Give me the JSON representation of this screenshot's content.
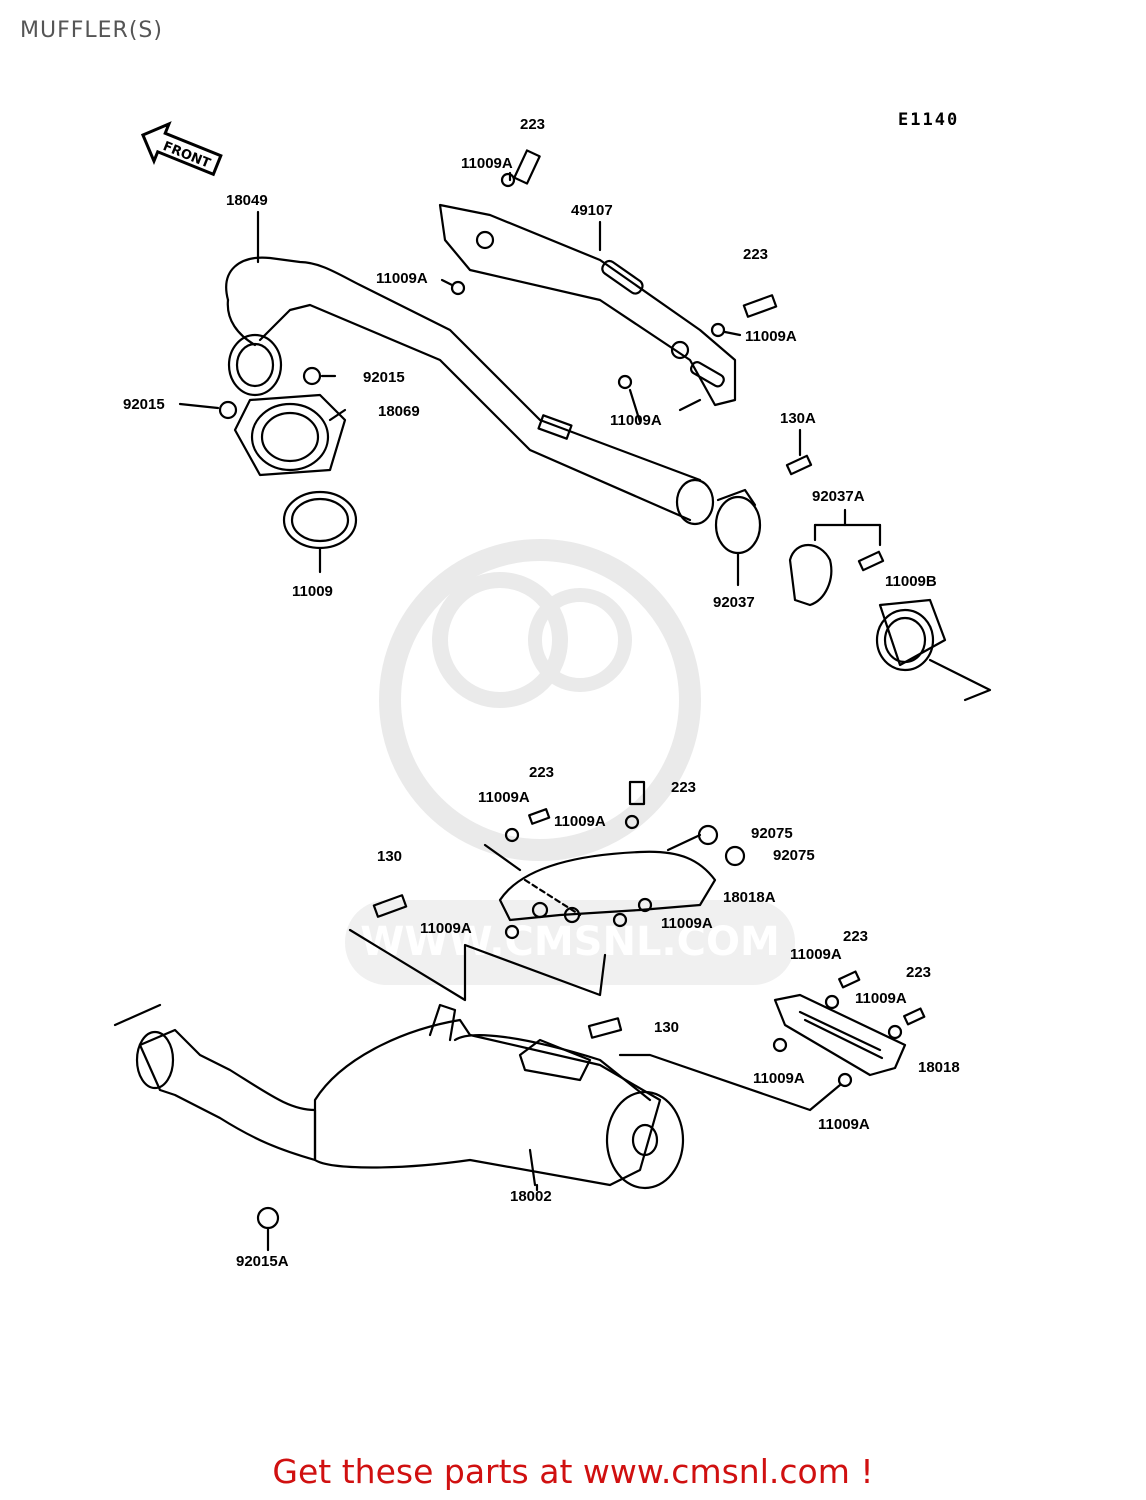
{
  "header": {
    "title": "MUFFLER(S)",
    "diagram_code": "E1140"
  },
  "front_arrow": {
    "label": "FRONT"
  },
  "watermark": {
    "text": "WWW.CMSNL.COM"
  },
  "parts": [
    {
      "num": "223"
    },
    {
      "num": "11009A"
    },
    {
      "num": "49107"
    },
    {
      "num": "18049"
    },
    {
      "num": "223"
    },
    {
      "num": "11009A"
    },
    {
      "num": "11009A"
    },
    {
      "num": "92015"
    },
    {
      "num": "92015"
    },
    {
      "num": "18069"
    },
    {
      "num": "11009A"
    },
    {
      "num": "130A"
    },
    {
      "num": "92037A"
    },
    {
      "num": "11009"
    },
    {
      "num": "11009B"
    },
    {
      "num": "92037"
    },
    {
      "num": "223"
    },
    {
      "num": "11009A"
    },
    {
      "num": "223"
    },
    {
      "num": "11009A"
    },
    {
      "num": "92075"
    },
    {
      "num": "92075"
    },
    {
      "num": "130"
    },
    {
      "num": "18018A"
    },
    {
      "num": "11009A"
    },
    {
      "num": "11009A"
    },
    {
      "num": "223"
    },
    {
      "num": "11009A"
    },
    {
      "num": "223"
    },
    {
      "num": "11009A"
    },
    {
      "num": "130"
    },
    {
      "num": "18018"
    },
    {
      "num": "11009A"
    },
    {
      "num": "11009A"
    },
    {
      "num": "18002"
    },
    {
      "num": "92015A"
    }
  ],
  "footer": {
    "cta": "Get these parts at www.cmsnl.com !"
  },
  "colors": {
    "cta": "#d01010",
    "title": "#555555",
    "line": "#000000",
    "watermark": "#e6e6e6"
  }
}
